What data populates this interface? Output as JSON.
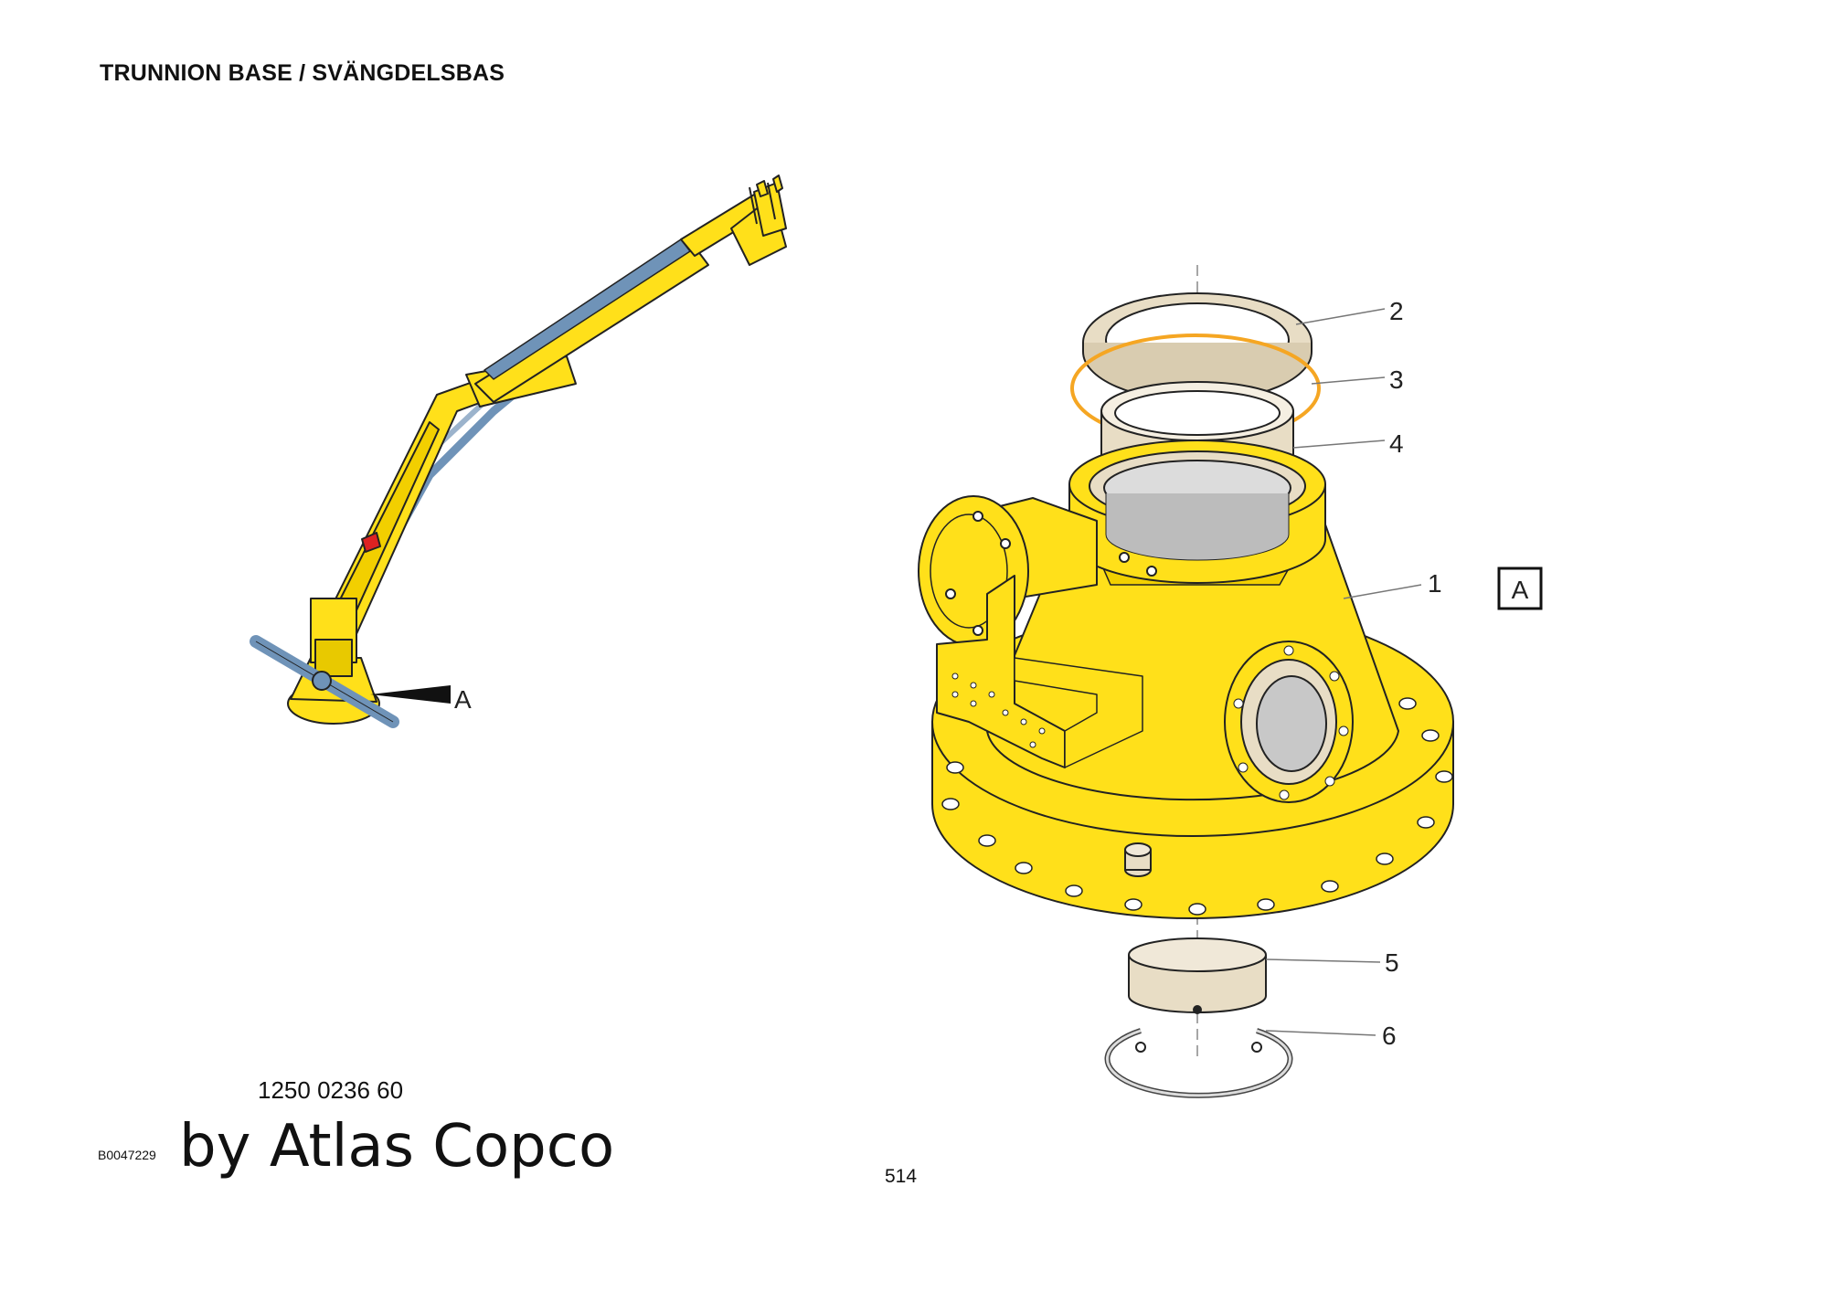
{
  "page": {
    "title": "TRUNNION BASE / SVÄNGDELSBAS",
    "part_number": "1250 0236 60",
    "image_id": "B0047229",
    "watermark": "by Atlas Copco",
    "page_number": "514"
  },
  "overview": {
    "detail_marker": "A"
  },
  "detail": {
    "view_label": "A",
    "callouts": [
      {
        "num": "1",
        "label": "1"
      },
      {
        "num": "2",
        "label": "2"
      },
      {
        "num": "3",
        "label": "3"
      },
      {
        "num": "4",
        "label": "4"
      },
      {
        "num": "5",
        "label": "5"
      },
      {
        "num": "6",
        "label": "6"
      }
    ]
  },
  "colors": {
    "body_yellow": "#FFE01A",
    "ring_beige": "#E8DDC5",
    "oring_orange": "#F5A623",
    "pipe_blue": "#6F93B8",
    "outline": "#222222"
  }
}
